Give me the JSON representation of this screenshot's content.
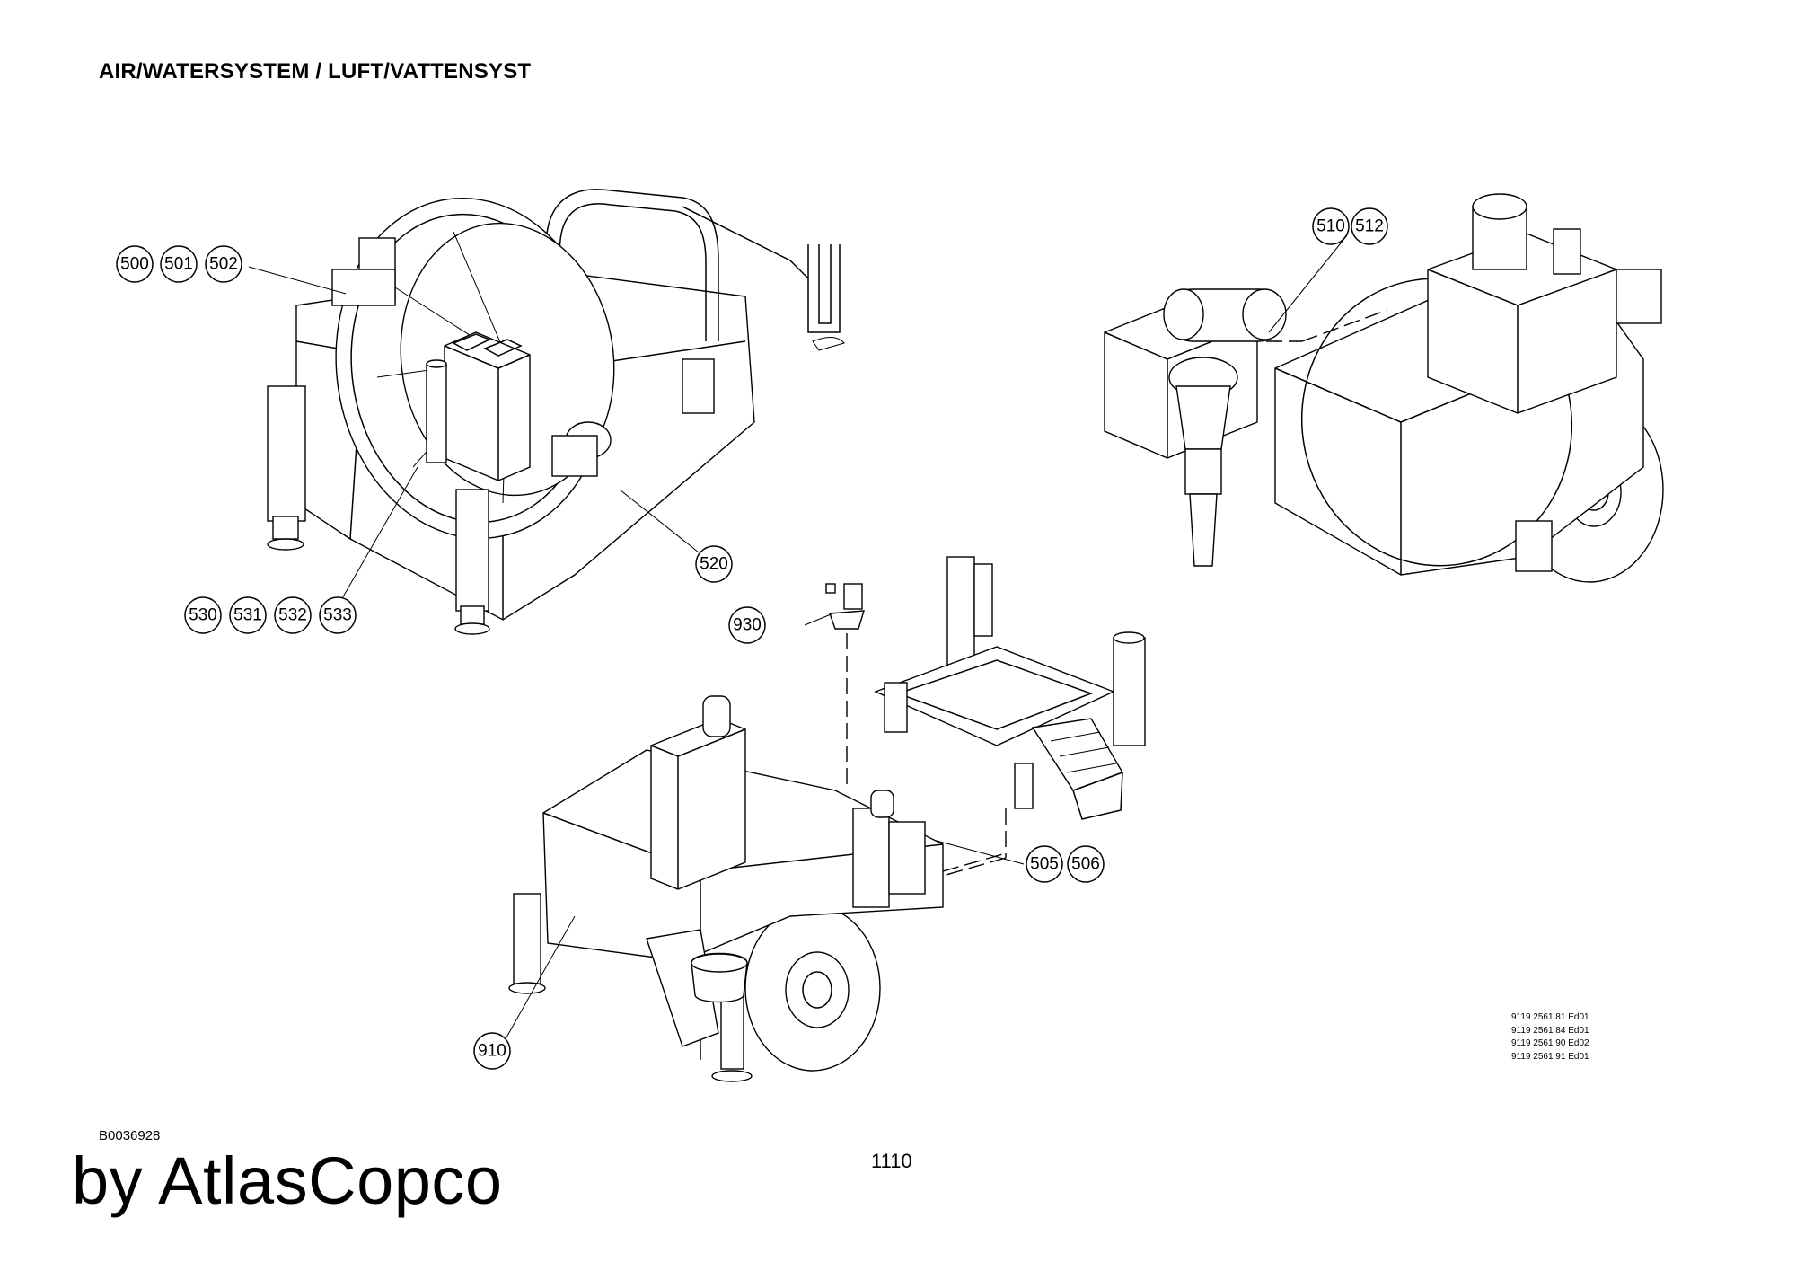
{
  "header": {
    "title": "AIR/WATERSYSTEM / LUFT/VATTENSYST"
  },
  "footer": {
    "doc_number": "B0036928",
    "brand": "by AtlasCopco",
    "page_number": "1110",
    "editions": [
      "9119 2561 81 Ed01",
      "9119 2561 84 Ed01",
      "9119 2561 90 Ed02",
      "9119 2561 91 Ed01"
    ]
  },
  "callouts": {
    "c500": "500",
    "c501": "501",
    "c502": "502",
    "c510": "510",
    "c512": "512",
    "c520": "520",
    "c530": "530",
    "c531": "531",
    "c532": "532",
    "c533": "533",
    "c930": "930",
    "c505": "505",
    "c506": "506",
    "c910": "910"
  }
}
